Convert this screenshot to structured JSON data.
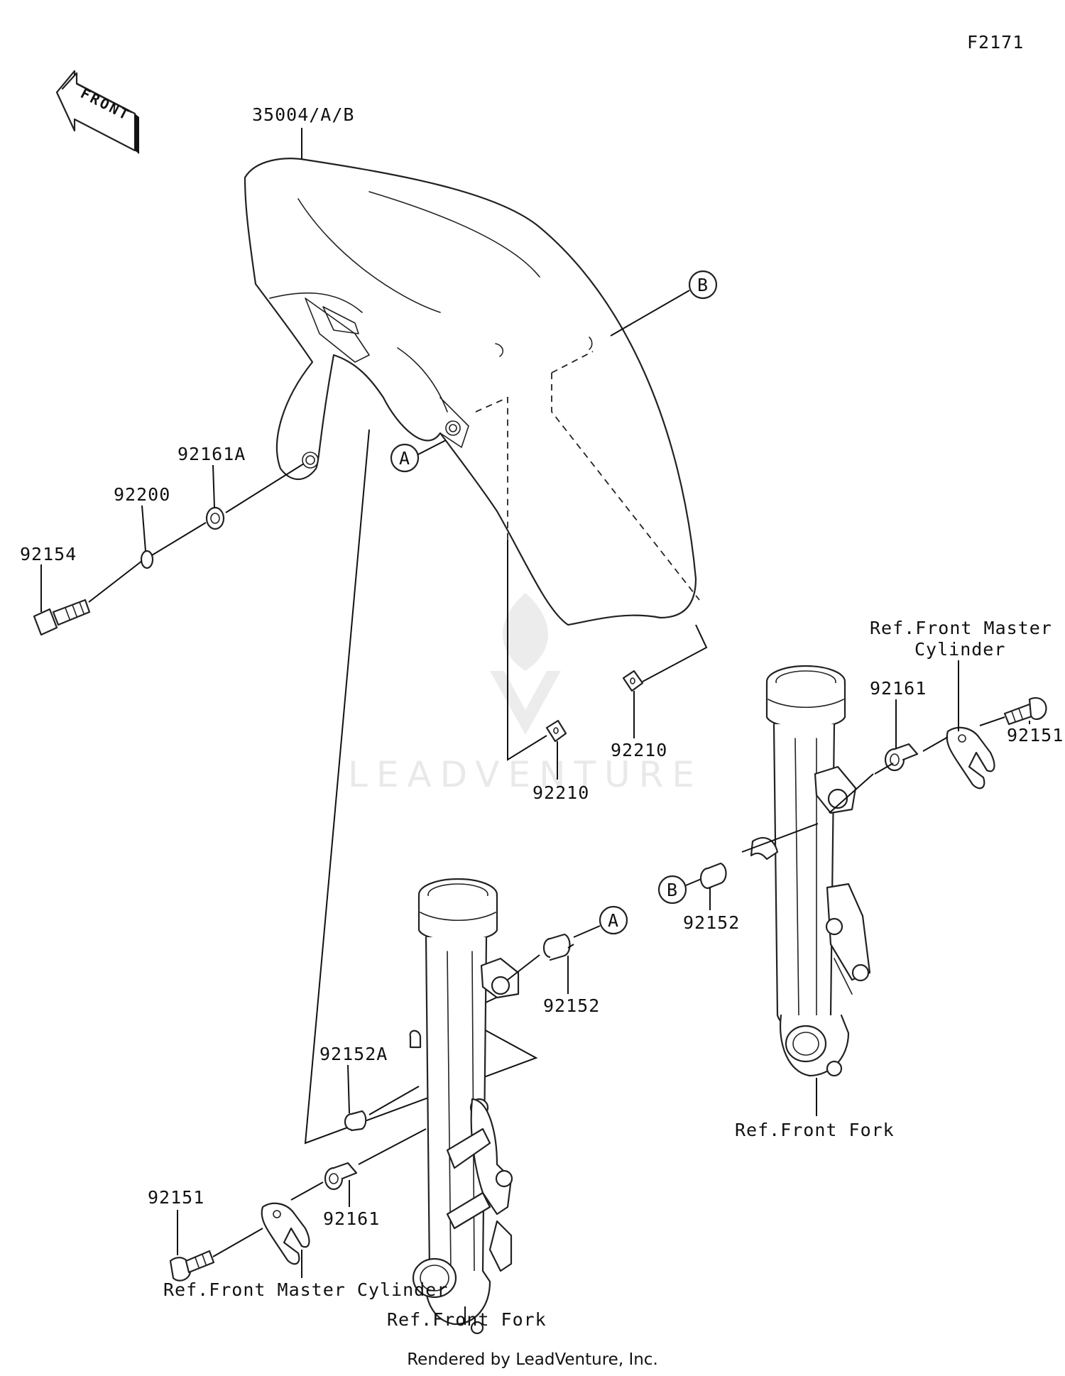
{
  "figure_code": "F2171",
  "orientation_arrow": "FRONT",
  "callout_letters": {
    "a": "A",
    "b": "B"
  },
  "parts": {
    "fender": "35004/A/B",
    "bolt_left": "92154",
    "washer": "92200",
    "grommet_left": "92161A",
    "grommet_bottom": "92161",
    "grommet_right": "92161",
    "nut_center": "92210",
    "nut_right": "92210",
    "collar_right": "92152",
    "collar_center": "92152",
    "collar_small": "92152A",
    "bolt_bottom": "92151",
    "bolt_right": "92151"
  },
  "references": {
    "master_cylinder_right_line1": "Ref.Front Master",
    "master_cylinder_right_line2": "Cylinder",
    "master_cylinder_bottom": "Ref.Front Master Cylinder",
    "fork_right": "Ref.Front Fork",
    "fork_bottom": "Ref.Front Fork"
  },
  "watermark": "LEADVENTURE",
  "footer": "Rendered by LeadVenture, Inc."
}
